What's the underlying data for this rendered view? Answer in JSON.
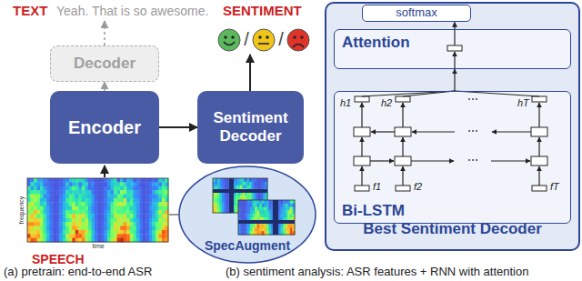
{
  "diagram": {
    "nodes": [
      {
        "text": [
          "Decoder"
        ]
      },
      {
        "text": [
          "Encoder"
        ]
      },
      {
        "text": [
          "Sentiment Decoder"
        ]
      },
      {
        "text": [
          "SpecAugment"
        ]
      },
      {
        "text": [
          "Best Sentiment Decoder"
        ]
      },
      {
        "text": [
          "softmax"
        ],
        "in": 4
      },
      {
        "text": [
          "Attention"
        ],
        "in": 4
      },
      {
        "text": [
          "Bi-LSTM"
        ],
        "in": 4
      }
    ],
    "edges": [
      {
        "from": 1,
        "to": 0,
        "arrow": "to"
      },
      {
        "from": 1,
        "to": 2,
        "arrow": "to"
      },
      {
        "from": 6,
        "to": 5,
        "arrow": "to"
      },
      {
        "from": 7,
        "to": 6,
        "arrow": "to"
      }
    ],
    "labels": [
      "TEXT",
      "Yeah. That is so awesome.",
      "SENTIMENT",
      "/",
      "/",
      "frequency",
      "time",
      "SPEECH",
      "h1",
      "h2",
      "hT",
      "⋯",
      "⋯",
      "⋯",
      "f1",
      "f2",
      "fT",
      "(a) pretrain: end-to-end ASR",
      "(b) sentiment analysis: ASR features + RNN with attention"
    ]
  }
}
